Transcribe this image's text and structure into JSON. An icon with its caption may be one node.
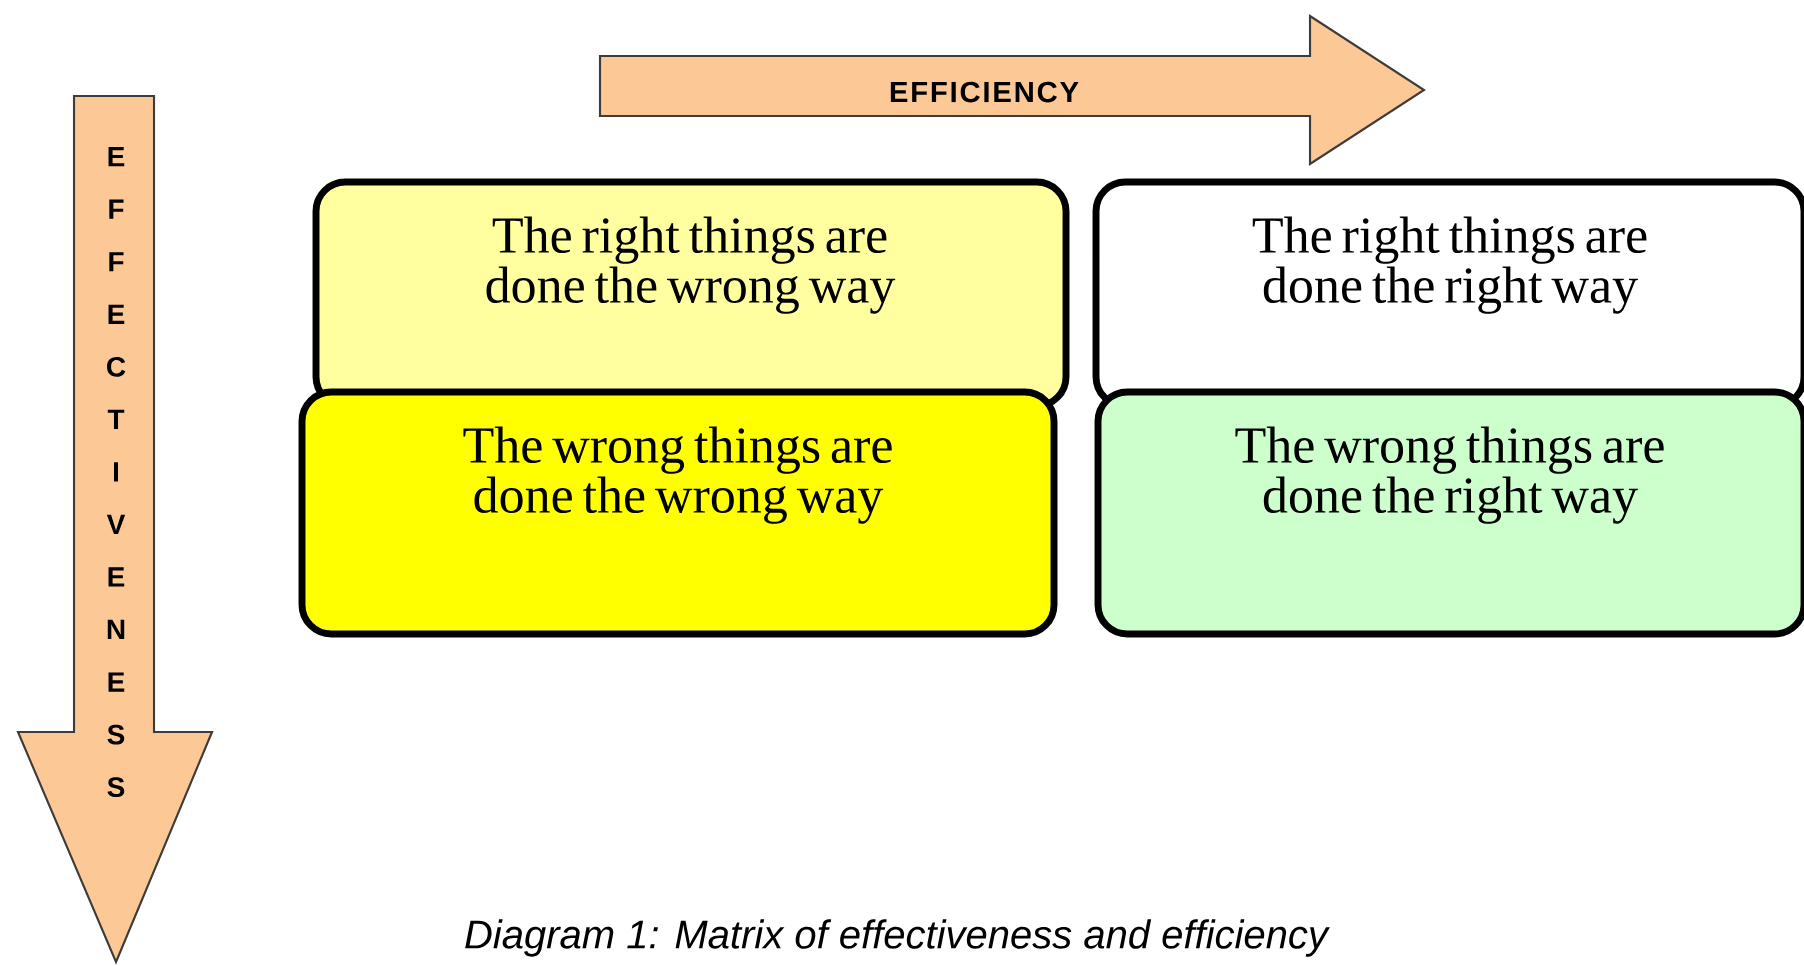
{
  "diagram": {
    "caption": "Diagram 1: Matrix of effectiveness and efficiency",
    "nodes": [
      {
        "text": [
          "EFFICIENCY"
        ]
      },
      {
        "text": [
          "EFFECTIVENESS"
        ]
      },
      {
        "text": [
          "The right things are done the wrong way"
        ]
      },
      {
        "text": [
          "The right things are done the right way"
        ]
      },
      {
        "text": [
          "The wrong things are done the wrong way"
        ]
      },
      {
        "text": [
          "The wrong things are done the right way"
        ]
      }
    ]
  }
}
